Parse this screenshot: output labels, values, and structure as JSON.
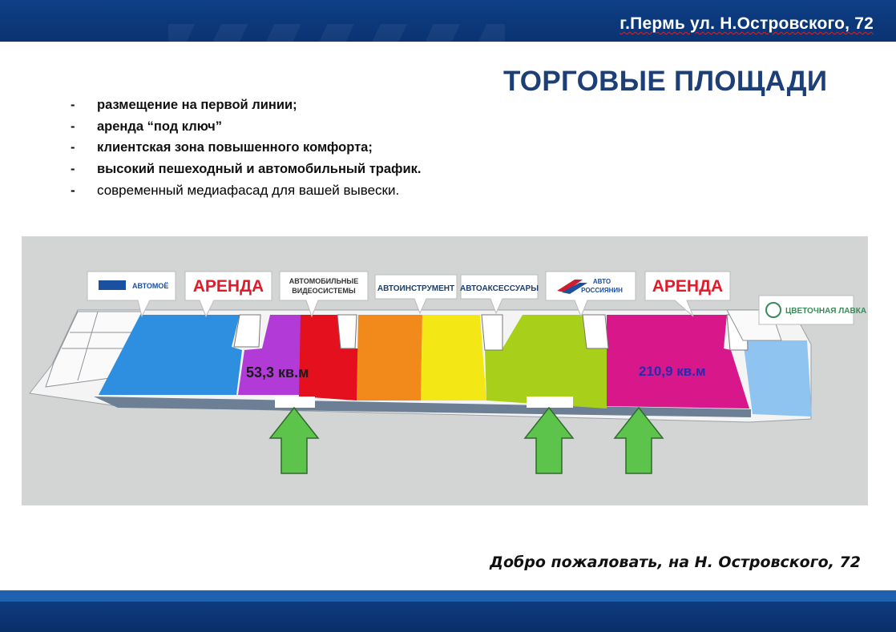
{
  "header": {
    "address": "г.Пермь ул. Н.Островского, 72"
  },
  "title": "ТОРГОВЫЕ ПЛОЩАДИ",
  "bullets": [
    {
      "dash": "-",
      "text": "размещение на первой линии;"
    },
    {
      "dash": "-",
      "text": "аренда “под ключ”"
    },
    {
      "dash": "-",
      "text": "клиентская зона повышенного  комфорта;"
    },
    {
      "dash": "-",
      "text": "высокий пешеходный и автомобильный  трафик."
    },
    {
      "dash": "-",
      "text": "современный медиафасад для вашей вывески."
    }
  ],
  "plan": {
    "signs": {
      "automoe": "АВТОМОЁ",
      "rent_left": "АРЕНДА",
      "video_line1": "АВТОМОБИЛЬНЫЕ",
      "video_line2": "ВИДЕОСИСТЕМЫ",
      "instrument": "АВТОИНСТРУМЕНТ",
      "accessories": "АВТОАКСЕССУАРЫ",
      "rossiyanin_line1": "АВТО",
      "rossiyanin_line2": "РОССИЯНИН",
      "rent_right": "АРЕНДА",
      "flowers": "ЦВЕТОЧНАЯ ЛАВКА"
    },
    "areas": {
      "left": "53,3 кв.м",
      "right": "210,9 кв.м"
    },
    "colors": {
      "blue": "#2e8fe0",
      "violet": "#b23bd8",
      "red": "#e4101e",
      "orange": "#f18a1a",
      "yellow": "#f4e716",
      "lime": "#a8d01a",
      "magenta": "#d7178a",
      "light_blue": "#8ec4ef",
      "arrow": "#5cc44a",
      "rent_text": "#e01c2a"
    }
  },
  "footer": {
    "text": "Добро пожаловать, на Н. Островского, 72"
  }
}
